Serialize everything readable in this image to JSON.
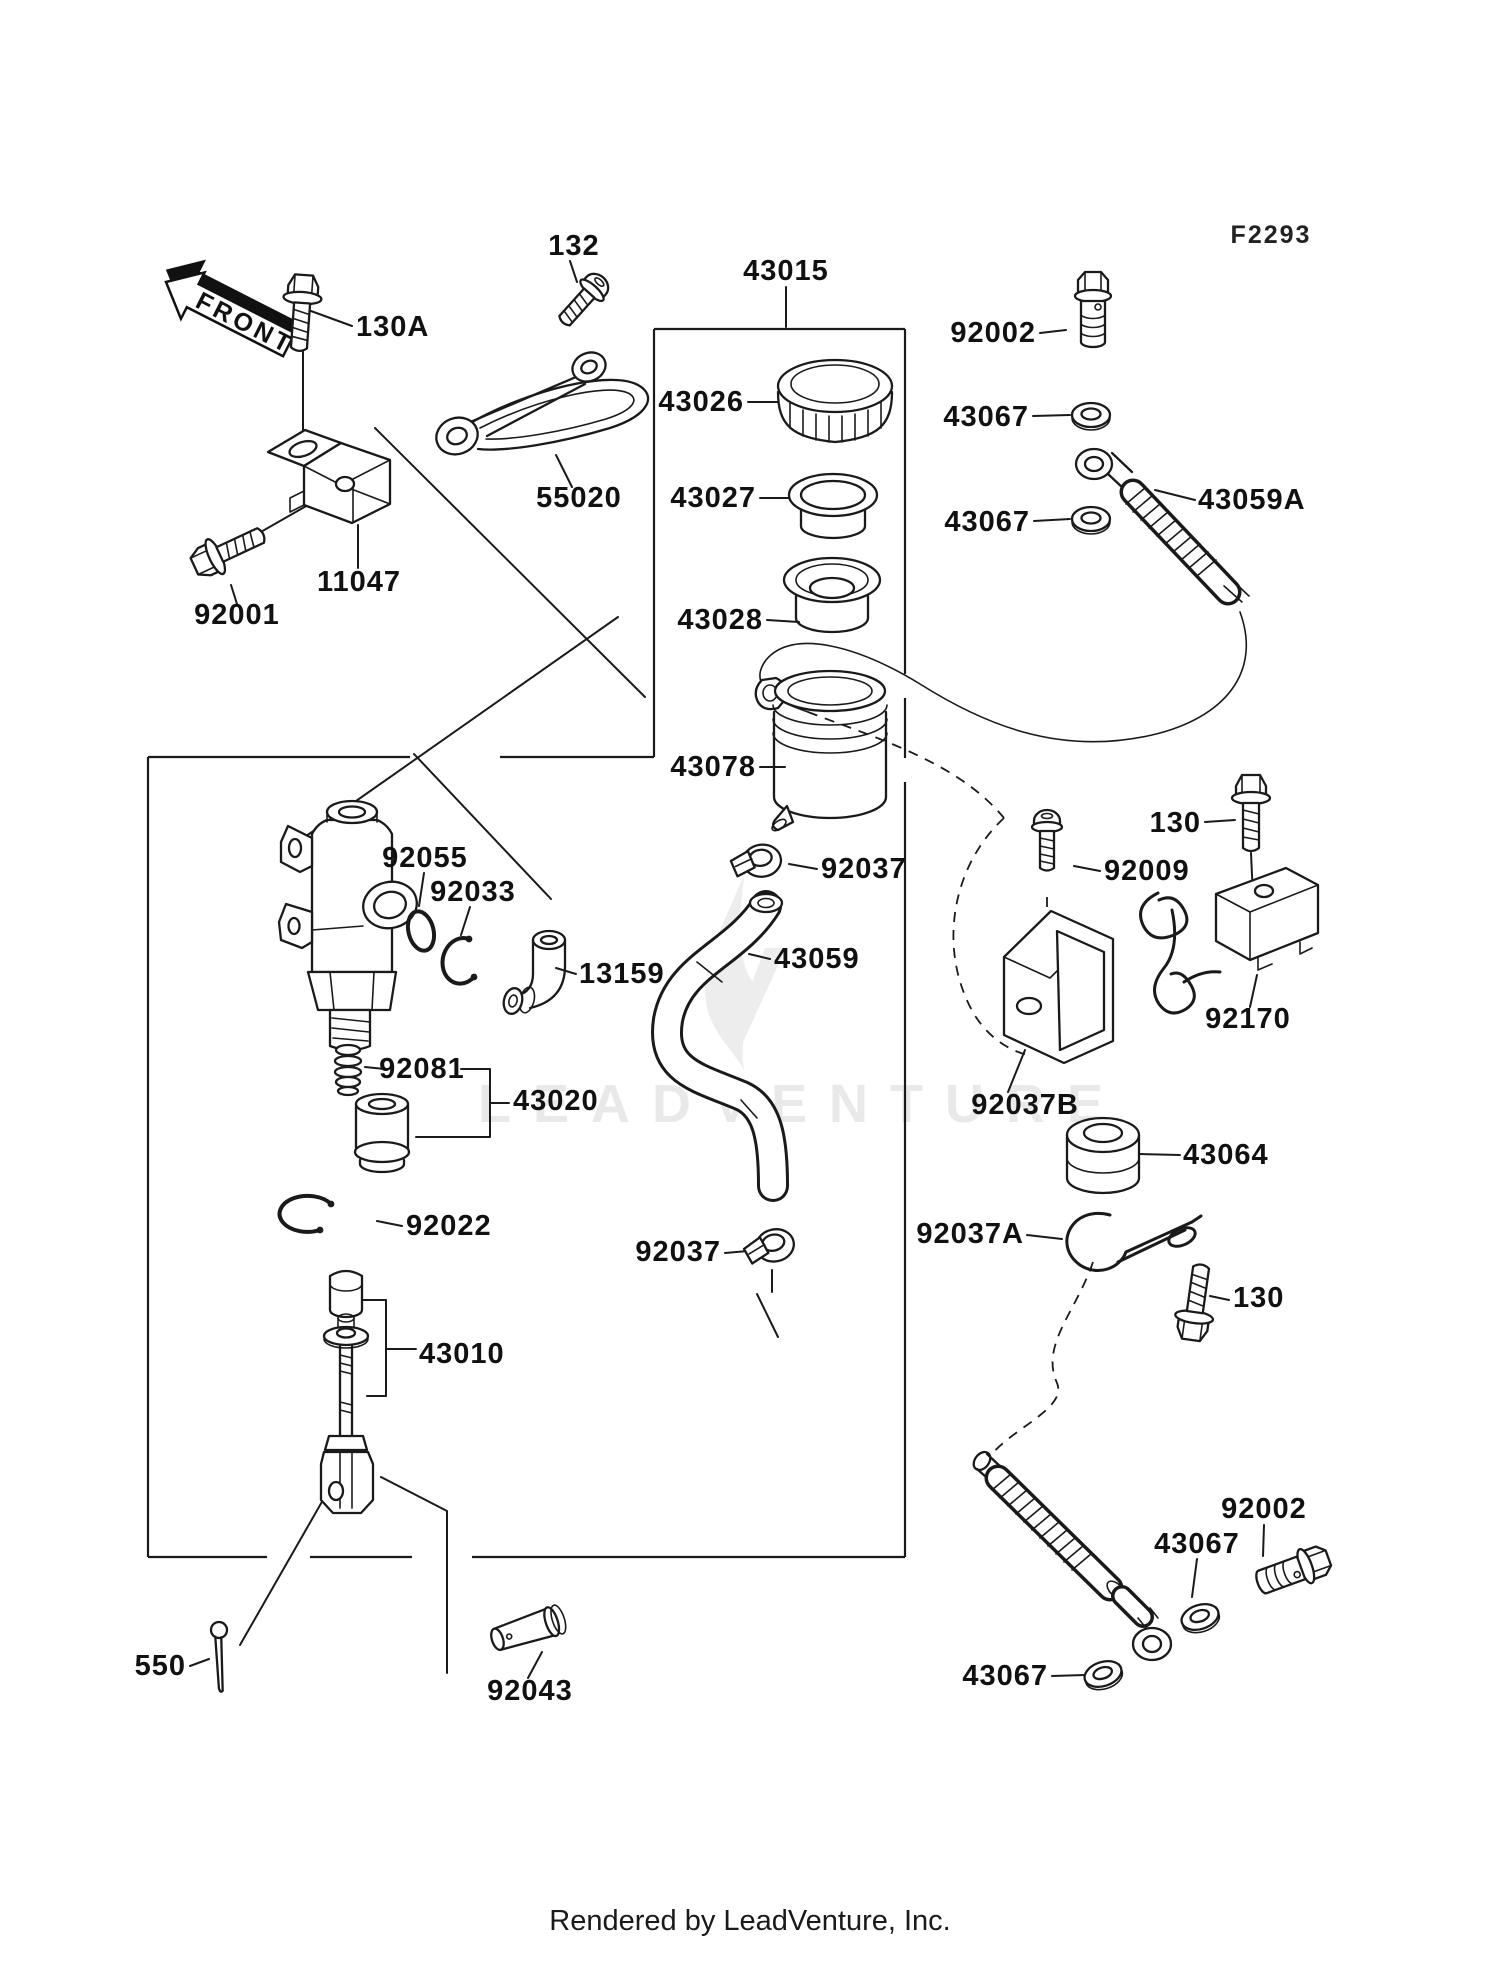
{
  "diagram": {
    "fiche_code": "F2293",
    "front_marker": "FRONT",
    "watermark": "LEADVENTURE",
    "footer": "Rendered by LeadVenture, Inc.",
    "labels": {
      "l132": "132",
      "l130a": "130A",
      "l43015": "43015",
      "l92002t": "92002",
      "l43067a": "43067",
      "l43067b": "43067",
      "l43059a": "43059A",
      "l43026": "43026",
      "l43027": "43027",
      "l43028": "43028",
      "l55020": "55020",
      "l11047": "11047",
      "l92001": "92001",
      "l43078": "43078",
      "l92055": "92055",
      "l92033": "92033",
      "l13159": "13159",
      "l92037t": "92037",
      "l43059": "43059",
      "l92009": "92009",
      "l130t": "130",
      "l92170": "92170",
      "l92081": "92081",
      "l43020": "43020",
      "l92037b": "92037B",
      "l43064": "43064",
      "l92022": "92022",
      "l92037m": "92037",
      "l92037a": "92037A",
      "l130b": "130",
      "l43010": "43010",
      "l550": "550",
      "l92043": "92043",
      "l92002b": "92002",
      "l43067c": "43067",
      "l43067d": "43067"
    }
  }
}
